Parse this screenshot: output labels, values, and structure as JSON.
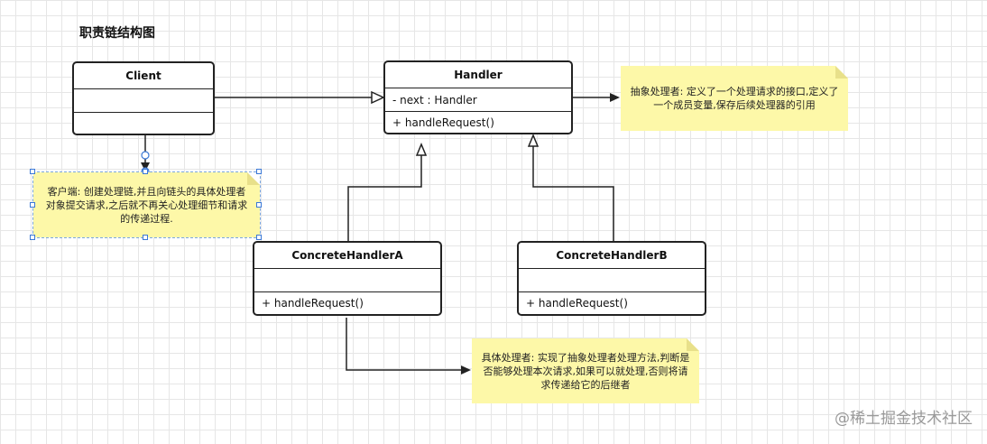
{
  "diagram": {
    "title": "职责链结构图",
    "classes": {
      "client": {
        "name": "Client"
      },
      "handler": {
        "name": "Handler",
        "attribute": "- next : Handler",
        "method": "+ handleRequest()"
      },
      "concreteA": {
        "name": "ConcreteHandlerA",
        "method": "+ handleRequest()"
      },
      "concreteB": {
        "name": "ConcreteHandlerB",
        "method": "+ handleRequest()"
      }
    },
    "notes": {
      "handler_note": "抽象处理者: 定义了一个处理请求的接口,定义了一个成员变量,保存后续处理器的引用",
      "client_note": "客户端: 创建处理链,并且向链头的具体处理者对象提交请求,之后就不再关心处理细节和请求的传递过程.",
      "concrete_note": "具体处理者: 实现了抽象处理者处理方法,判断是否能够处理本次请求,如果可以就处理,否则将请求传递给它的后继者"
    },
    "colors": {
      "note_bg": "#fdf8a8",
      "line": "#222222",
      "selection": "#3a78d6"
    }
  },
  "watermark": "@稀土掘金技术社区"
}
